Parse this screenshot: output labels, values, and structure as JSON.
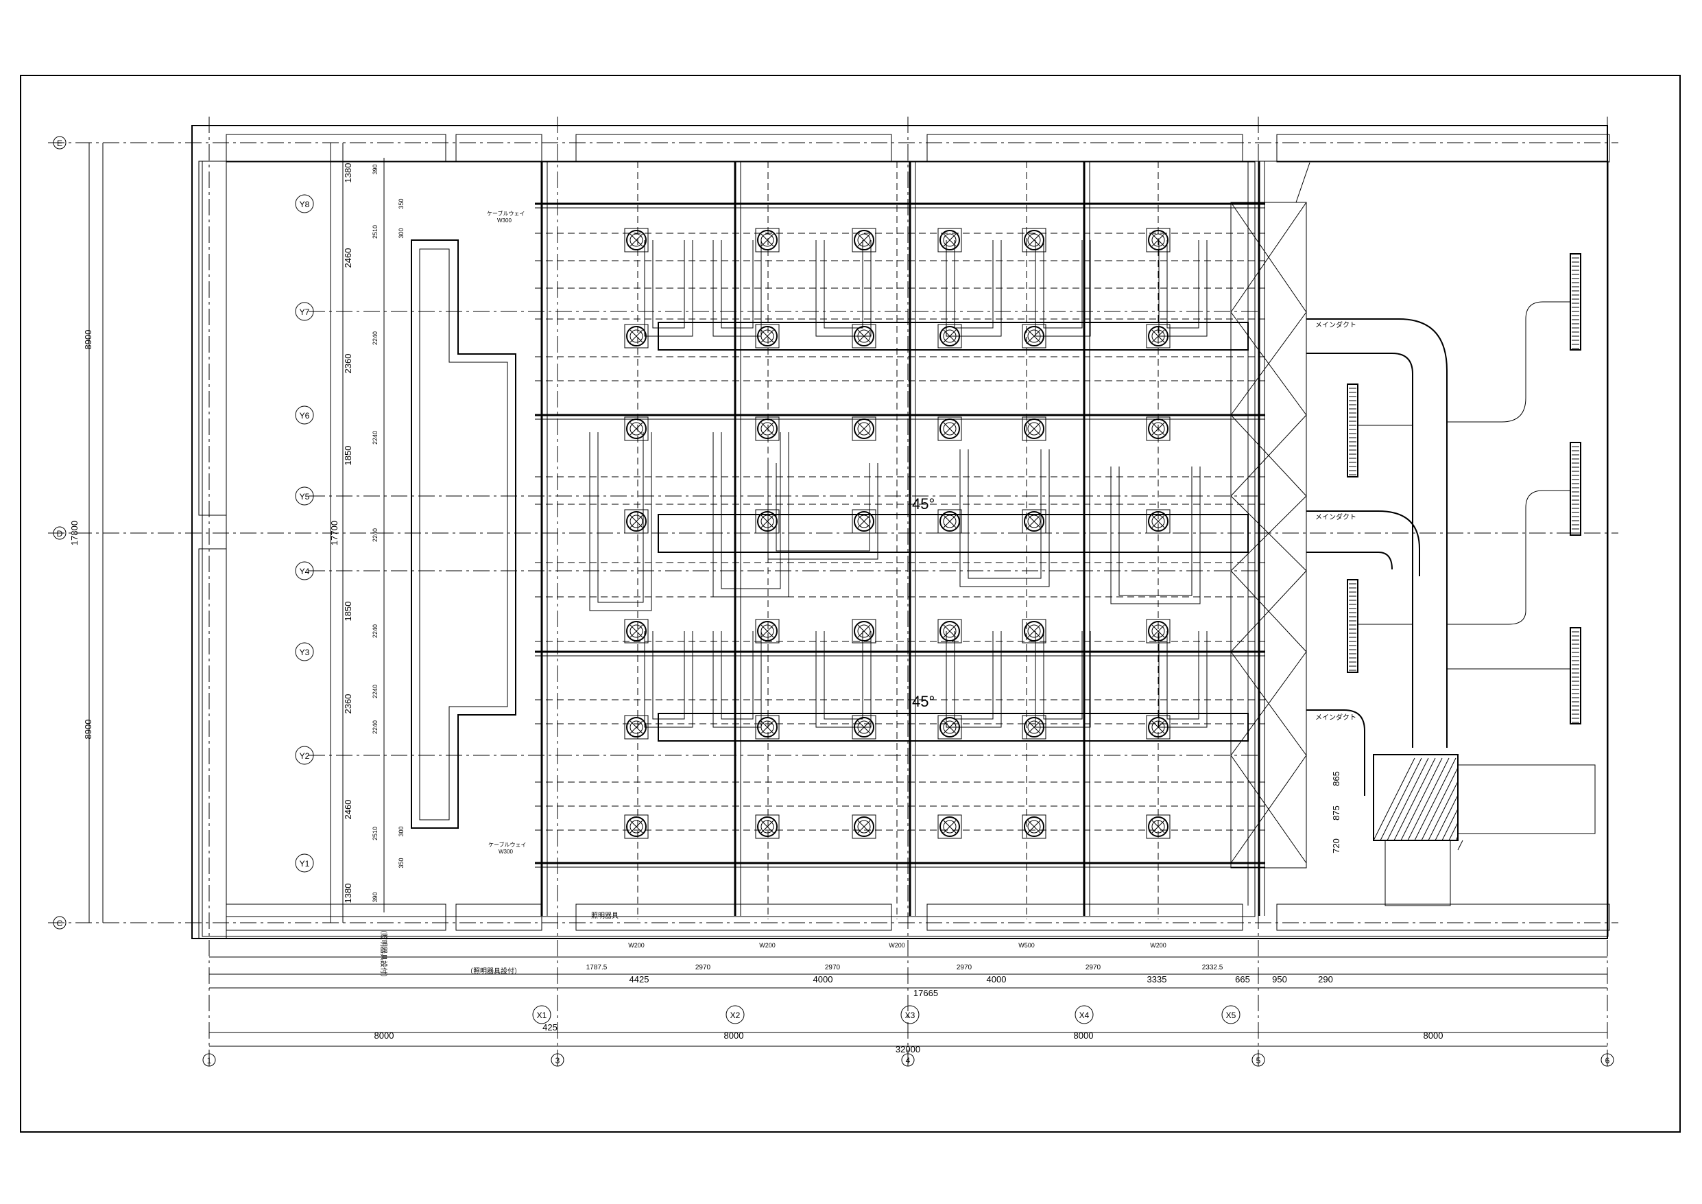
{
  "drawing": {
    "column_grid_labels": [
      "1",
      "3",
      "4",
      "5",
      "6"
    ],
    "row_grid_labels": [
      "E",
      "D",
      "C"
    ],
    "x_sub_labels": [
      "X1",
      "X2",
      "X3",
      "X4",
      "X5"
    ],
    "y_sub_labels": [
      "Y8",
      "Y7",
      "Y6",
      "Y5",
      "Y4",
      "Y3",
      "Y2",
      "Y1"
    ],
    "bottom_dims": {
      "row1": [
        "8000",
        "8000",
        "8000",
        "8000"
      ],
      "total": "32000",
      "x1_offset": "425",
      "sub_total": "17665",
      "row2": [
        "4425",
        "4000",
        "4000",
        "3335",
        "665",
        "950",
        "290"
      ],
      "row3": [
        "1787.5",
        "2970",
        "2970",
        "2970",
        "2970",
        "2332.5"
      ],
      "widths": [
        "W200",
        "W200",
        "W200",
        "W500",
        "W200"
      ]
    },
    "left_dims": {
      "total": "17800",
      "halves": [
        "8900",
        "8900"
      ],
      "inner_total": "17700",
      "row_spacing": [
        "1380",
        "2460",
        "2360",
        "1850",
        "1850",
        "2360",
        "2460",
        "1380"
      ],
      "small_spacing": [
        "390",
        "350",
        "2510",
        "300",
        "2240",
        "2240",
        "2240",
        "2240",
        "2240",
        "2240",
        "2510",
        "300",
        "350",
        "390"
      ]
    },
    "right_dims": [
      "865",
      "875",
      "720"
    ],
    "annotations": {
      "main_duct": "メインダクト",
      "cable_way": "ケーブルウェイ",
      "cable_way_width": "W300",
      "lighting": "照明器具",
      "lighting_note": "（照明器具設付）",
      "angle": "45°"
    }
  }
}
